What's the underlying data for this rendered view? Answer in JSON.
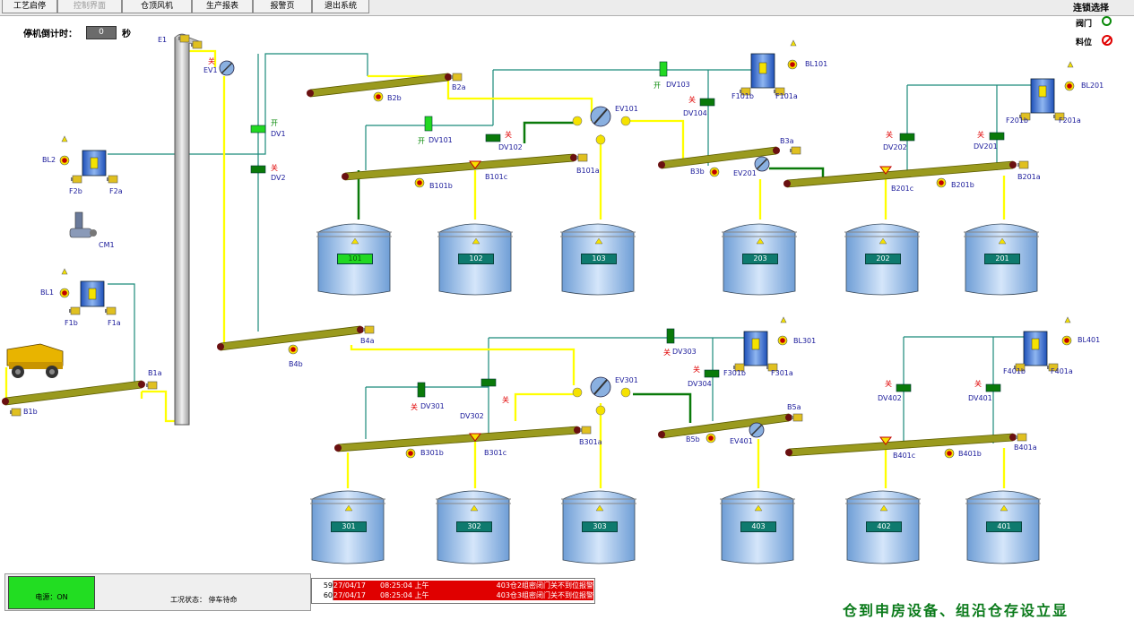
{
  "menu": [
    {
      "label": "工艺启停",
      "disabled": false
    },
    {
      "label": "控制界面",
      "disabled": true
    },
    {
      "label": "仓顶风机",
      "disabled": false
    },
    {
      "label": "生产报表",
      "disabled": false
    },
    {
      "label": "报警页",
      "disabled": false
    },
    {
      "label": "退出系统",
      "disabled": false
    }
  ],
  "countdown": {
    "label": "停机倒计时：",
    "value": "0",
    "unit": "秒"
  },
  "interlock": {
    "title": "连锁选择",
    "valve_label": "阀门",
    "level_label": "料位"
  },
  "silos_top": [
    "101",
    "102",
    "103",
    "203",
    "202",
    "201"
  ],
  "silos_bottom": [
    "301",
    "302",
    "303",
    "403",
    "402",
    "401"
  ],
  "equipment_labels": {
    "E1": "E1",
    "EV1": "EV1",
    "DV1": "DV1",
    "DV2": "DV2",
    "DV1_state": "开",
    "DV2_state": "关",
    "EV1_state": "关",
    "BL2": "BL2",
    "F2b": "F2b",
    "F2a": "F2a",
    "CM1": "CM1",
    "BL1": "BL1",
    "F1b": "F1b",
    "F1a": "F1a",
    "B1a": "B1a",
    "B1b": "B1b",
    "B2b": "B2b",
    "B2a": "B2a",
    "B4a": "B4a",
    "B4b": "B4b",
    "DV103": "DV103",
    "DV103_state": "开",
    "BL101": "BL101",
    "F101b": "F101b",
    "F101a": "F101a",
    "DV104": "DV104",
    "DV104_state": "关",
    "EV101": "EV101",
    "DV101": "DV101",
    "DV101_state": "开",
    "DV102": "DV102",
    "DV102_state": "关",
    "B101a": "B101a",
    "B101b": "B101b",
    "B101c": "B101c",
    "B3a": "B3a",
    "B3b": "B3b",
    "EV201": "EV201",
    "BL201": "BL201",
    "F201b": "F201b",
    "F201a": "F201a",
    "DV202": "DV202",
    "DV202_state": "关",
    "DV201": "DV201",
    "DV201_state": "关",
    "B201a": "B201a",
    "B201b": "B201b",
    "B201c": "B201c",
    "DV303": "DV303",
    "DV303_state": "关",
    "BL301": "BL301",
    "F301b": "F301b",
    "F301a": "F301a",
    "DV304": "DV304",
    "DV304_state": "关",
    "EV301": "EV301",
    "DV301": "DV301",
    "DV301_state": "关",
    "DV302": "DV302",
    "DV302_state": "关",
    "B301a": "B301a",
    "B301b": "B301b",
    "B301c": "B301c",
    "B5a": "B5a",
    "B5b": "B5b",
    "EV401": "EV401",
    "BL401": "BL401",
    "F401b": "F401b",
    "F401a": "F401a",
    "DV402": "DV402",
    "DV402_state": "关",
    "DV401": "DV401",
    "DV401_state": "关",
    "B401a": "B401a",
    "B401b": "B401b",
    "B401c": "B401c"
  },
  "status": {
    "power": "电源：ON",
    "work_state": "工况状态：  停车待命"
  },
  "alarms": [
    {
      "num": "59",
      "date": "27/04/17",
      "time": "08:25:04 上午",
      "msg": "403仓2组密闭门关不到位报警"
    },
    {
      "num": "60",
      "date": "27/04/17",
      "time": "08:25:04 上午",
      "msg": "403仓3组密闭门关不到位报警"
    }
  ],
  "bottom_banner": "仓到申房设备、组沿仓存设立显",
  "colors": {
    "conveyor": "#9a9a1e",
    "flow": "#ffff00",
    "line": "#1a8a7a",
    "power_on": "#22dd22",
    "alarm": "#e00000"
  }
}
